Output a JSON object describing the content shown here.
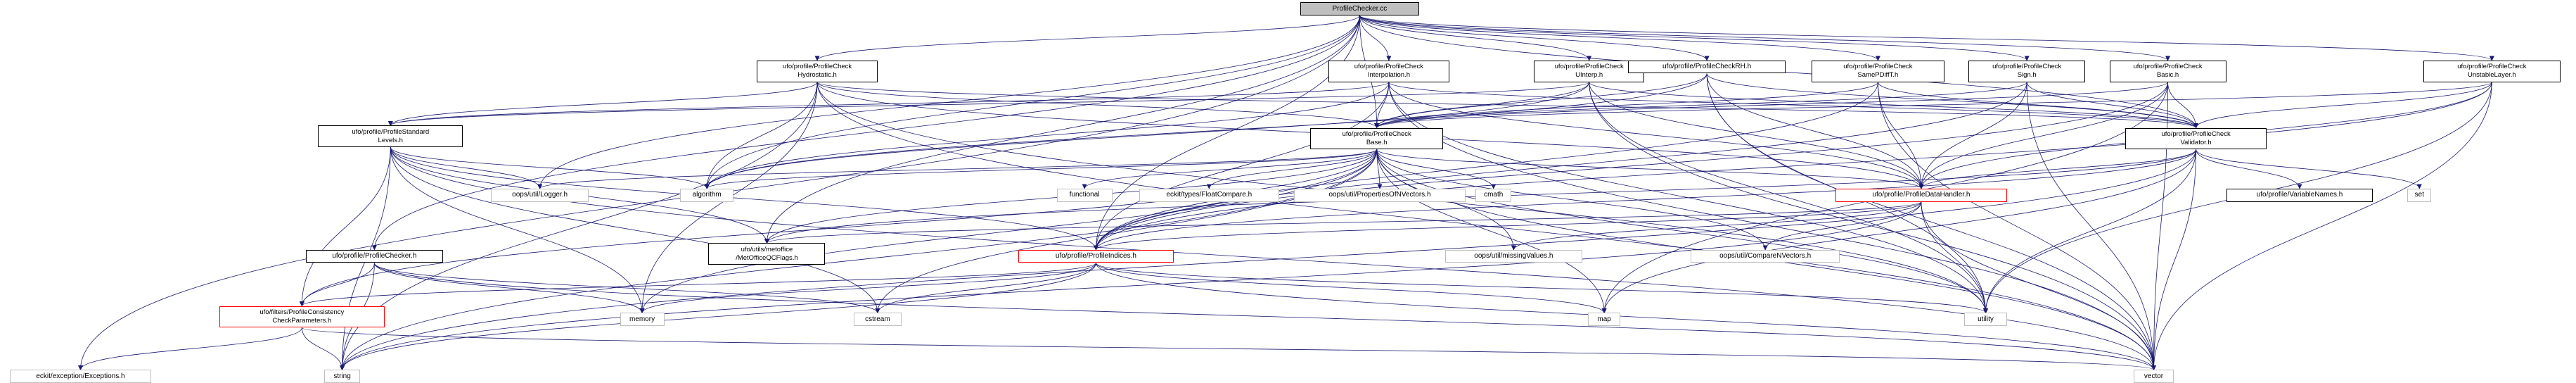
{
  "nodes": [
    {
      "id": "root",
      "label": "ProfileChecker.cc",
      "type": "root"
    },
    {
      "id": "hydro",
      "label": "ufo/profile/ProfileCheck\nHydrostatic.h",
      "type": "normal"
    },
    {
      "id": "interp",
      "label": "ufo/profile/ProfileCheck\nInterpolation.h",
      "type": "normal"
    },
    {
      "id": "uinterp",
      "label": "ufo/profile/ProfileCheck\nUInterp.h",
      "type": "normal"
    },
    {
      "id": "rh",
      "label": "ufo/profile/ProfileCheckRH.h",
      "type": "normal"
    },
    {
      "id": "samepd",
      "label": "ufo/profile/ProfileCheck\nSamePDiffT.h",
      "type": "normal"
    },
    {
      "id": "sign",
      "label": "ufo/profile/ProfileCheck\nSign.h",
      "type": "normal"
    },
    {
      "id": "basich",
      "label": "ufo/profile/ProfileCheck\nBasic.h",
      "type": "normal"
    },
    {
      "id": "unstable",
      "label": "ufo/profile/ProfileCheck\nUnstableLayer.h",
      "type": "normal"
    },
    {
      "id": "stdlev",
      "label": "ufo/profile/ProfileStandard\nLevels.h",
      "type": "normal"
    },
    {
      "id": "base",
      "label": "ufo/profile/ProfileCheck\nBase.h",
      "type": "normal"
    },
    {
      "id": "validator",
      "label": "ufo/profile/ProfileCheck\nValidator.h",
      "type": "normal"
    },
    {
      "id": "logger",
      "label": "oops/util/Logger.h",
      "type": "leaf"
    },
    {
      "id": "algorithm",
      "label": "algorithm",
      "type": "leaf"
    },
    {
      "id": "functional",
      "label": "functional",
      "type": "leaf"
    },
    {
      "id": "floatcmp",
      "label": "eckit/types/FloatCompare.h",
      "type": "leaf"
    },
    {
      "id": "propvec",
      "label": "oops/util/PropertiesOfNVectors.h",
      "type": "leaf"
    },
    {
      "id": "cmath",
      "label": "cmath",
      "type": "leaf"
    },
    {
      "id": "datahandler",
      "label": "ufo/profile/ProfileDataHandler.h",
      "type": "red"
    },
    {
      "id": "varnames",
      "label": "ufo/profile/VariableNames.h",
      "type": "normal"
    },
    {
      "id": "set",
      "label": "set",
      "type": "leaf"
    },
    {
      "id": "checker",
      "label": "ufo/profile/ProfileChecker.h",
      "type": "normal"
    },
    {
      "id": "metoffice",
      "label": "ufo/utils/metoffice\n/MetOfficeQCFlags.h",
      "type": "normal"
    },
    {
      "id": "indices",
      "label": "ufo/profile/ProfileIndices.h",
      "type": "red"
    },
    {
      "id": "missing",
      "label": "oops/util/missingValues.h",
      "type": "leaf"
    },
    {
      "id": "comparenv",
      "label": "oops/util/CompareNVectors.h",
      "type": "leaf"
    },
    {
      "id": "consparams",
      "label": "ufo/filters/ProfileConsistency\nCheckParameters.h",
      "type": "red"
    },
    {
      "id": "memory",
      "label": "memory",
      "type": "leaf"
    },
    {
      "id": "cstream",
      "label": "cstream",
      "type": "leaf"
    },
    {
      "id": "map",
      "label": "map",
      "type": "leaf"
    },
    {
      "id": "utility",
      "label": "utility",
      "type": "leaf"
    },
    {
      "id": "exceptions",
      "label": "eckit/exception/Exceptions.h",
      "type": "leaf"
    },
    {
      "id": "string",
      "label": "string",
      "type": "leaf"
    },
    {
      "id": "vector",
      "label": "vector",
      "type": "leaf"
    }
  ],
  "edges": [
    [
      "root",
      "hydro"
    ],
    [
      "root",
      "interp"
    ],
    [
      "root",
      "uinterp"
    ],
    [
      "root",
      "rh"
    ],
    [
      "root",
      "samepd"
    ],
    [
      "root",
      "sign"
    ],
    [
      "root",
      "basich"
    ],
    [
      "root",
      "unstable"
    ],
    [
      "root",
      "checker"
    ],
    [
      "root",
      "exceptions"
    ],
    [
      "root",
      "logger"
    ],
    [
      "root",
      "algorithm"
    ],
    [
      "root",
      "base"
    ],
    [
      "root",
      "metoffice"
    ],
    [
      "root",
      "indices"
    ],
    [
      "root",
      "validator"
    ],
    [
      "hydro",
      "stdlev"
    ],
    [
      "hydro",
      "base"
    ],
    [
      "hydro",
      "validator"
    ],
    [
      "hydro",
      "datahandler"
    ],
    [
      "hydro",
      "algorithm"
    ],
    [
      "hydro",
      "string"
    ],
    [
      "hydro",
      "vector"
    ],
    [
      "hydro",
      "utility"
    ],
    [
      "hydro",
      "memory"
    ],
    [
      "interp",
      "stdlev"
    ],
    [
      "interp",
      "base"
    ],
    [
      "interp",
      "validator"
    ],
    [
      "interp",
      "datahandler"
    ],
    [
      "interp",
      "algorithm"
    ],
    [
      "interp",
      "utility"
    ],
    [
      "interp",
      "vector"
    ],
    [
      "interp",
      "indices"
    ],
    [
      "uinterp",
      "base"
    ],
    [
      "uinterp",
      "validator"
    ],
    [
      "uinterp",
      "datahandler"
    ],
    [
      "uinterp",
      "algorithm"
    ],
    [
      "uinterp",
      "vector"
    ],
    [
      "uinterp",
      "utility"
    ],
    [
      "uinterp",
      "stdlev"
    ],
    [
      "rh",
      "base"
    ],
    [
      "rh",
      "validator"
    ],
    [
      "rh",
      "datahandler"
    ],
    [
      "rh",
      "algorithm"
    ],
    [
      "rh",
      "vector"
    ],
    [
      "rh",
      "utility"
    ],
    [
      "samepd",
      "base"
    ],
    [
      "samepd",
      "validator"
    ],
    [
      "samepd",
      "datahandler"
    ],
    [
      "samepd",
      "indices"
    ],
    [
      "samepd",
      "vector"
    ],
    [
      "sign",
      "base"
    ],
    [
      "sign",
      "validator"
    ],
    [
      "sign",
      "datahandler"
    ],
    [
      "sign",
      "indices"
    ],
    [
      "sign",
      "vector"
    ],
    [
      "basich",
      "base"
    ],
    [
      "basich",
      "validator"
    ],
    [
      "basich",
      "datahandler"
    ],
    [
      "basich",
      "vector"
    ],
    [
      "basich",
      "indices"
    ],
    [
      "basich",
      "map"
    ],
    [
      "unstable",
      "base"
    ],
    [
      "unstable",
      "validator"
    ],
    [
      "unstable",
      "datahandler"
    ],
    [
      "unstable",
      "vector"
    ],
    [
      "unstable",
      "utility"
    ],
    [
      "unstable",
      "indices"
    ],
    [
      "stdlev",
      "logger"
    ],
    [
      "stdlev",
      "algorithm"
    ],
    [
      "stdlev",
      "consparams"
    ],
    [
      "stdlev",
      "indices"
    ],
    [
      "stdlev",
      "memory"
    ],
    [
      "stdlev",
      "string"
    ],
    [
      "stdlev",
      "vector"
    ],
    [
      "stdlev",
      "metoffice"
    ],
    [
      "stdlev",
      "cstream"
    ],
    [
      "base",
      "algorithm"
    ],
    [
      "base",
      "logger"
    ],
    [
      "base",
      "functional"
    ],
    [
      "base",
      "floatcmp"
    ],
    [
      "base",
      "propvec"
    ],
    [
      "base",
      "cmath"
    ],
    [
      "base",
      "datahandler"
    ],
    [
      "base",
      "indices"
    ],
    [
      "base",
      "metoffice"
    ],
    [
      "base",
      "consparams"
    ],
    [
      "base",
      "missing"
    ],
    [
      "base",
      "comparenv"
    ],
    [
      "base",
      "map"
    ],
    [
      "base",
      "string"
    ],
    [
      "base",
      "vector"
    ],
    [
      "base",
      "memory"
    ],
    [
      "base",
      "cstream"
    ],
    [
      "base",
      "utility"
    ],
    [
      "validator",
      "datahandler"
    ],
    [
      "validator",
      "varnames"
    ],
    [
      "validator",
      "set"
    ],
    [
      "validator",
      "indices"
    ],
    [
      "validator",
      "string"
    ],
    [
      "validator",
      "vector"
    ],
    [
      "validator",
      "utility"
    ],
    [
      "validator",
      "map"
    ],
    [
      "validator",
      "metoffice"
    ],
    [
      "datahandler",
      "indices"
    ],
    [
      "datahandler",
      "metoffice"
    ],
    [
      "datahandler",
      "missing"
    ],
    [
      "datahandler",
      "comparenv"
    ],
    [
      "datahandler",
      "utility"
    ],
    [
      "datahandler",
      "vector"
    ],
    [
      "datahandler",
      "string"
    ],
    [
      "checker",
      "consparams"
    ],
    [
      "checker",
      "memory"
    ],
    [
      "checker",
      "string"
    ],
    [
      "checker",
      "vector"
    ],
    [
      "checker",
      "cstream"
    ],
    [
      "indices",
      "consparams"
    ],
    [
      "indices",
      "memory"
    ],
    [
      "indices",
      "cstream"
    ],
    [
      "indices",
      "map"
    ],
    [
      "indices",
      "utility"
    ],
    [
      "indices",
      "vector"
    ],
    [
      "indices",
      "string"
    ],
    [
      "consparams",
      "exceptions"
    ],
    [
      "consparams",
      "string"
    ],
    [
      "consparams",
      "vector"
    ]
  ]
}
